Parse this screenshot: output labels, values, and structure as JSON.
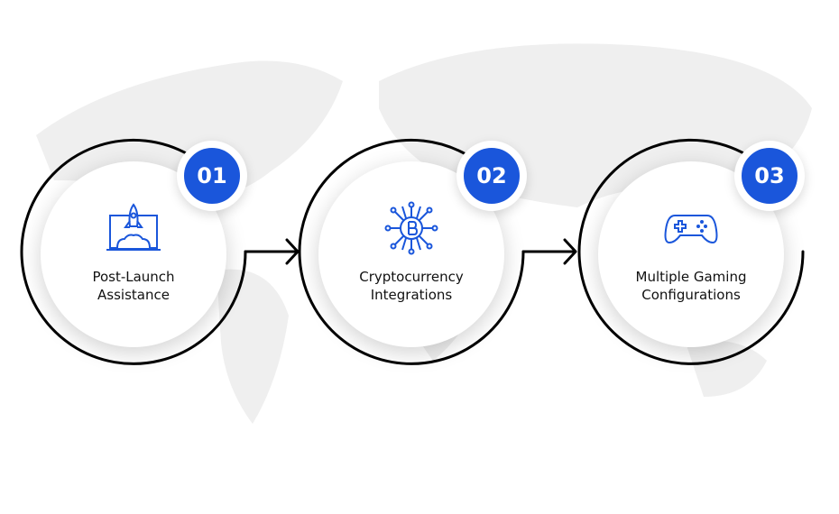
{
  "steps": [
    {
      "number": "01",
      "label_line1": "Post-Launch",
      "label_line2": "Assistance",
      "icon": "rocket-laptop-icon"
    },
    {
      "number": "02",
      "label_line1": "Cryptocurrency",
      "label_line2": "Integrations",
      "icon": "bitcoin-network-icon"
    },
    {
      "number": "03",
      "label_line1": "Multiple Gaming",
      "label_line2": "Configurations",
      "icon": "gamepad-icon"
    }
  ],
  "colors": {
    "accent": "#1a56db",
    "ring": "#000000",
    "map": "#ececec"
  }
}
